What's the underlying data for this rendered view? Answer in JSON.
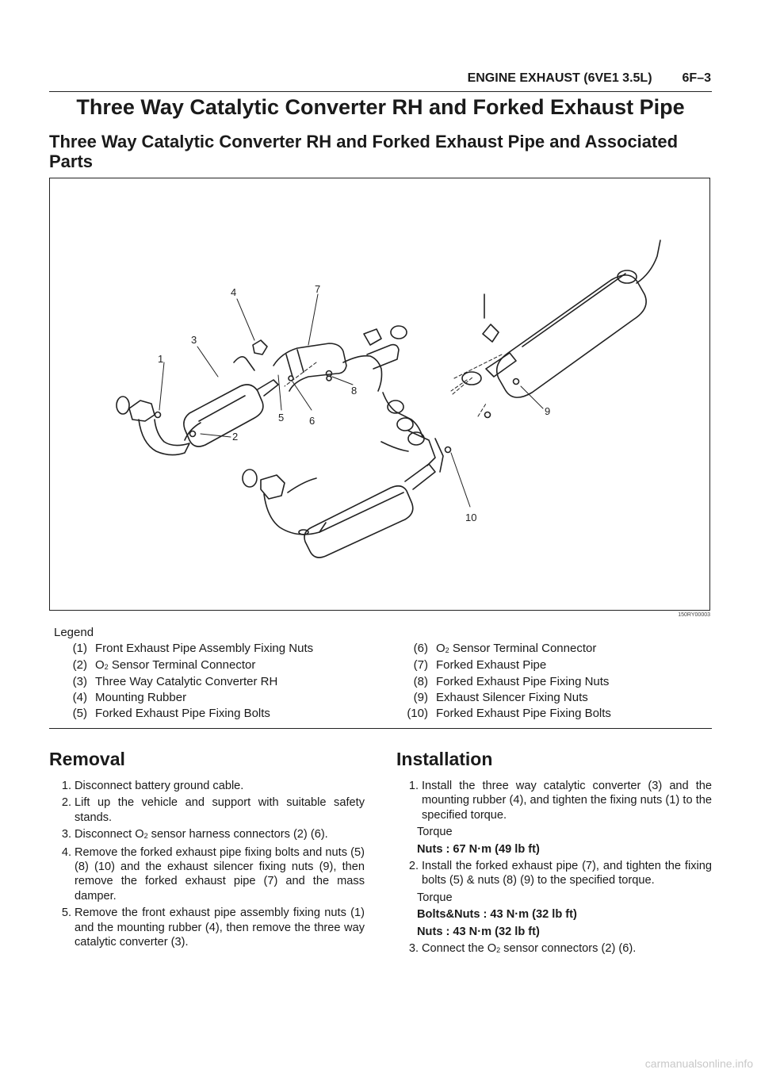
{
  "header": {
    "section": "ENGINE EXHAUST (6VE1 3.5L)",
    "page": "6F–3"
  },
  "title": "Three Way Catalytic Converter RH and Forked Exhaust Pipe",
  "subtitle": "Three Way Catalytic Converter RH and Forked Exhaust Pipe and Associated Parts",
  "figure": {
    "code": "150RY00003",
    "callouts": [
      "1",
      "2",
      "3",
      "4",
      "5",
      "6",
      "7",
      "8",
      "9",
      "10"
    ]
  },
  "legend": {
    "title": "Legend",
    "left": [
      {
        "num": "(1)",
        "text": "Front Exhaust Pipe Assembly Fixing Nuts"
      },
      {
        "num": "(2)",
        "pre": "O",
        "sub": "2",
        "text": " Sensor Terminal Connector"
      },
      {
        "num": "(3)",
        "text": "Three Way Catalytic Converter RH"
      },
      {
        "num": "(4)",
        "text": "Mounting Rubber"
      },
      {
        "num": "(5)",
        "text": "Forked Exhaust Pipe Fixing Bolts"
      }
    ],
    "right": [
      {
        "num": "(6)",
        "pre": "O",
        "sub": "2",
        "text": " Sensor Terminal Connector"
      },
      {
        "num": "(7)",
        "text": "Forked Exhaust Pipe"
      },
      {
        "num": "(8)",
        "text": "Forked Exhaust Pipe Fixing Nuts"
      },
      {
        "num": "(9)",
        "text": "Exhaust Silencer Fixing Nuts"
      },
      {
        "num": "(10)",
        "text": "Forked Exhaust Pipe Fixing Bolts"
      }
    ]
  },
  "removal": {
    "heading": "Removal",
    "steps": [
      {
        "num": "1.",
        "text": "Disconnect battery ground cable."
      },
      {
        "num": "2.",
        "text": "Lift up the vehicle and support with suitable safety stands."
      },
      {
        "num": "3.",
        "pre": "Disconnect O",
        "sub": "2",
        "post": " sensor harness connectors (2) (6)."
      },
      {
        "num": "4.",
        "text": "Remove the forked exhaust pipe fixing bolts and nuts (5) (8) (10) and the exhaust silencer fixing nuts (9), then remove the forked exhaust pipe (7) and the mass damper."
      },
      {
        "num": "5.",
        "text": "Remove the front exhaust pipe assembly fixing nuts (1) and the mounting rubber (4), then remove the three way catalytic converter (3)."
      }
    ]
  },
  "installation": {
    "heading": "Installation",
    "step1": {
      "num": "1.",
      "text": "Install the three way catalytic converter (3) and the mounting rubber (4), and tighten the fixing nuts (1) to the specified torque."
    },
    "torque1_label": "Torque",
    "torque1_value": "Nuts : 67 N·m (49 lb ft)",
    "step2": {
      "num": "2.",
      "text": "Install the forked exhaust pipe (7), and tighten the fixing bolts (5) & nuts (8) (9) to the specified torque."
    },
    "torque2_label": "Torque",
    "torque2_value1": "Bolts&Nuts : 43 N·m (32 lb ft)",
    "torque2_value2": "Nuts : 43 N·m (32 lb ft)",
    "step3": {
      "num": "3.",
      "pre": "Connect the O",
      "sub": "2",
      "post": " sensor connectors (2) (6)."
    }
  },
  "watermark": "carmanualsonline.info"
}
